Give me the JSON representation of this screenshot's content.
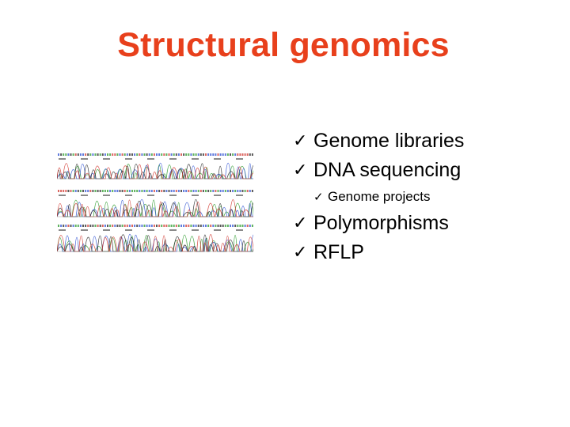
{
  "slide": {
    "title": "Structural genomics",
    "title_color": "#e8401c",
    "check_glyph": "✓",
    "image": {
      "icon": "dna-sequencing-chromatogram",
      "trace_colors": [
        "#2a9a2a",
        "#2b4fd1",
        "#222222",
        "#d0342c"
      ]
    },
    "bullets": [
      {
        "level": 1,
        "text": "Genome libraries"
      },
      {
        "level": 1,
        "text": "DNA sequencing"
      },
      {
        "level": 2,
        "text": "Genome projects"
      },
      {
        "level": 1,
        "text": "Polymorphisms"
      },
      {
        "level": 1,
        "text": "RFLP"
      }
    ]
  }
}
